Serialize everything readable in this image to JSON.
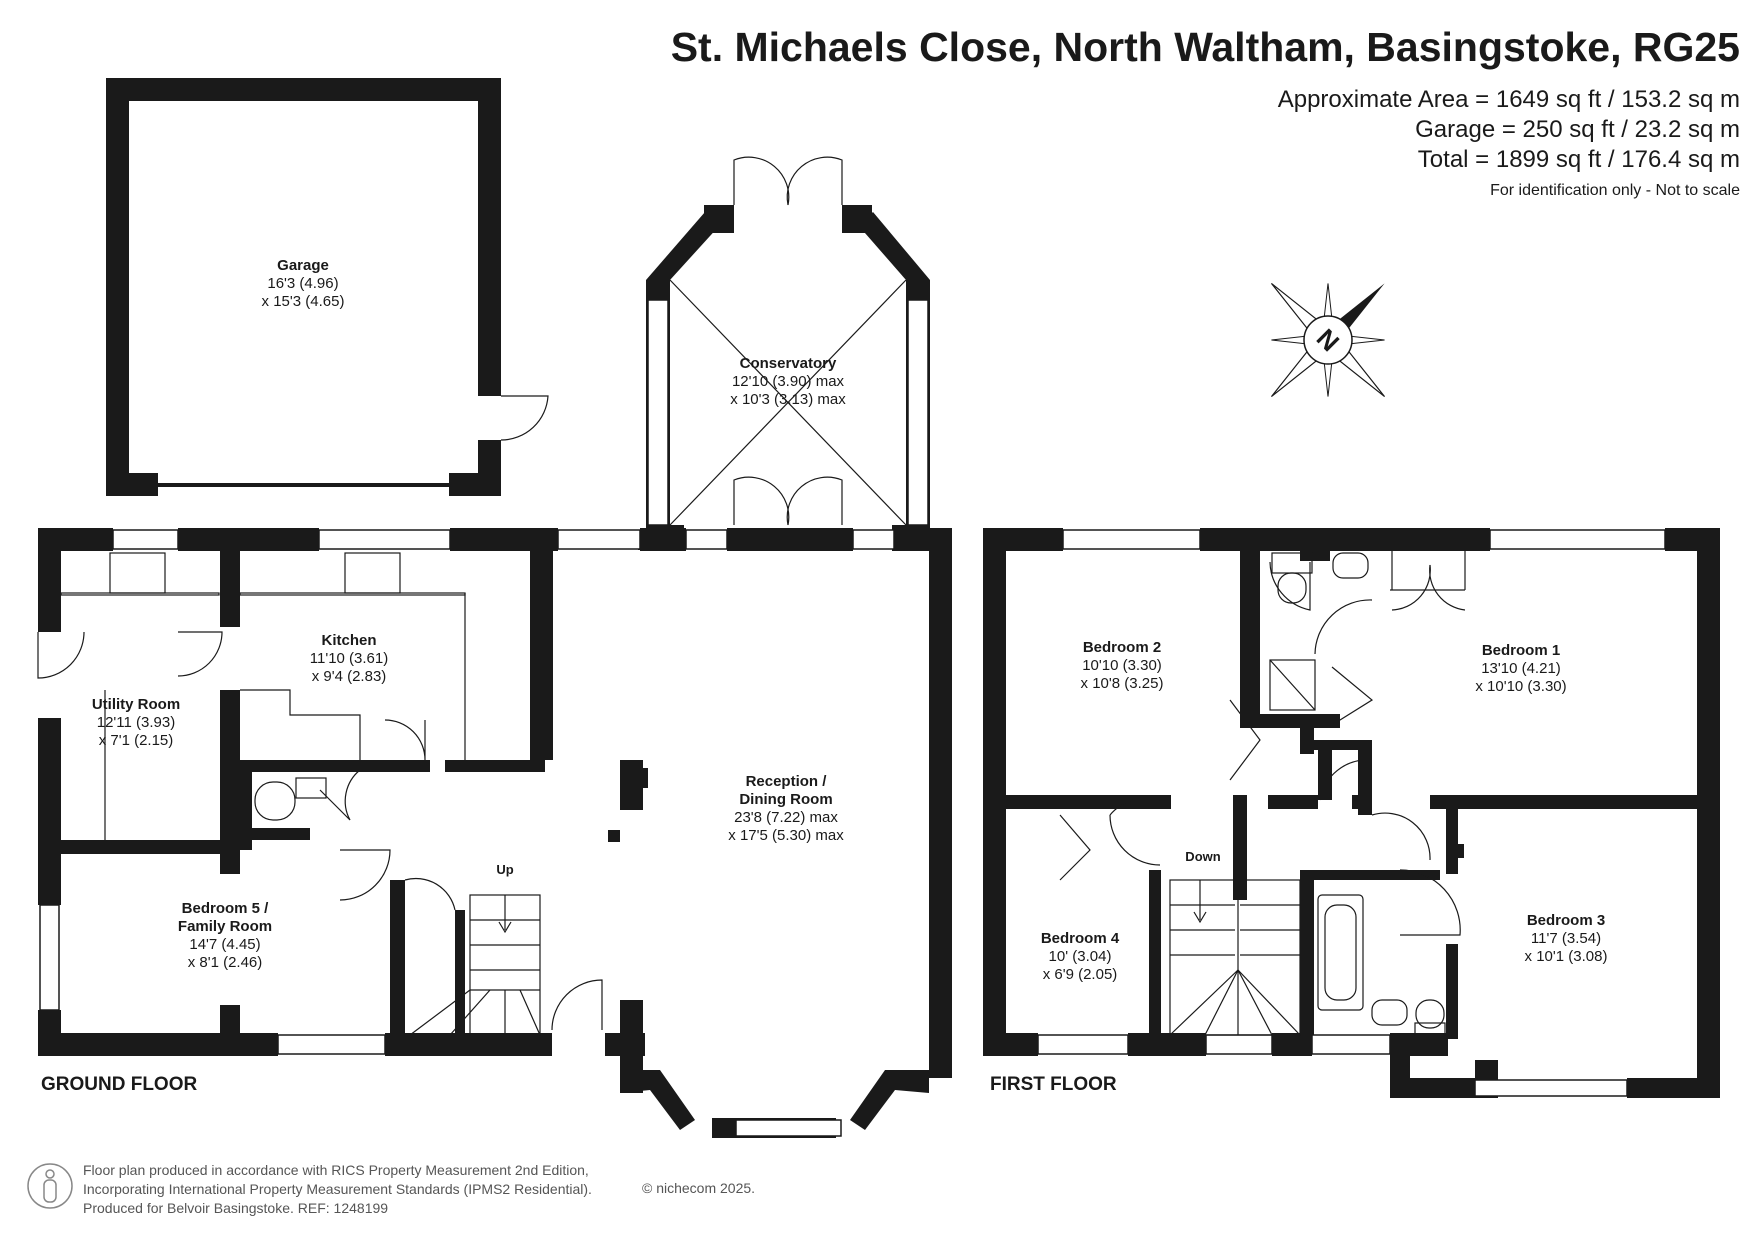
{
  "header": {
    "title": "St. Michaels Close, North Waltham, Basingstoke, RG25",
    "area_line_1": "Approximate Area = 1649 sq ft / 153.2 sq m",
    "area_line_2": "Garage = 250 sq ft / 23.2 sq m",
    "area_line_3": "Total = 1899 sq ft / 176.4 sq m",
    "disclaimer": "For identification only - Not to scale"
  },
  "compass": {
    "letter": "N",
    "icon": "compass-rose-icon"
  },
  "ground_floor": {
    "label": "GROUND FLOOR",
    "stairs_label": "Up",
    "rooms": [
      {
        "name": "Garage",
        "dim1": "16'3 (4.96)",
        "dim2": "x 15'3 (4.65)"
      },
      {
        "name": "Conservatory",
        "dim1": "12'10 (3.90) max",
        "dim2": "x 10'3 (3.13) max"
      },
      {
        "name": "Kitchen",
        "dim1": "11'10 (3.61)",
        "dim2": "x 9'4 (2.83)"
      },
      {
        "name": "Utility Room",
        "dim1": "12'11 (3.93)",
        "dim2": "x 7'1 (2.15)"
      },
      {
        "name": "Reception /",
        "name2": "Dining Room",
        "dim1": "23'8 (7.22) max",
        "dim2": "x 17'5 (5.30) max"
      },
      {
        "name": "Bedroom 5 /",
        "name2": "Family Room",
        "dim1": "14'7 (4.45)",
        "dim2": "x 8'1 (2.46)"
      }
    ]
  },
  "first_floor": {
    "label": "FIRST FLOOR",
    "stairs_label": "Down",
    "rooms": [
      {
        "name": "Bedroom 2",
        "dim1": "10'10 (3.30)",
        "dim2": "x 10'8 (3.25)"
      },
      {
        "name": "Bedroom 1",
        "dim1": "13'10 (4.21)",
        "dim2": "x 10'10 (3.30)"
      },
      {
        "name": "Bedroom 4",
        "dim1": "10' (3.04)",
        "dim2": "x 6'9 (2.05)"
      },
      {
        "name": "Bedroom 3",
        "dim1": "11'7 (3.54)",
        "dim2": "x 10'1 (3.08)"
      }
    ]
  },
  "footer": {
    "line_1": "Floor plan produced in accordance with RICS Property Measurement 2nd Edition,",
    "line_2": "Incorporating International Property Measurement Standards (IPMS2 Residential).",
    "line_3": "Produced for Belvoir Basingstoke.   REF:  1248199",
    "copyright": "© nichecom 2025."
  }
}
